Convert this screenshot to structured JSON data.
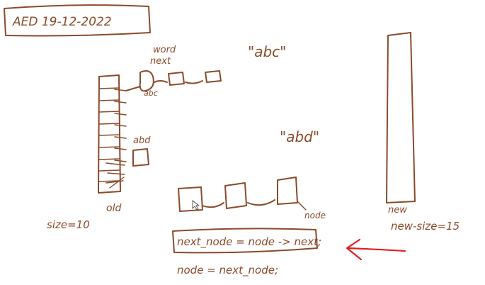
{
  "colors": {
    "ink": "#8a4a2a",
    "pointer": "#e02020",
    "background": "#ffffff"
  },
  "labels": {
    "header": "AED   19-12-2022",
    "word": "word",
    "next": "next",
    "abc_node": "abc",
    "str_abc": "\"abc\"",
    "abd_node": "abd",
    "str_abd": "\"abd\"",
    "old": "old",
    "size": "size=10",
    "node": "node",
    "new": "new",
    "new_size": "new-size=15",
    "code_line1": "next_node = node -> next;",
    "code_line2": "node = next_node;"
  },
  "icons": [
    "mouse-cursor-icon",
    "red-arrow-icon"
  ]
}
